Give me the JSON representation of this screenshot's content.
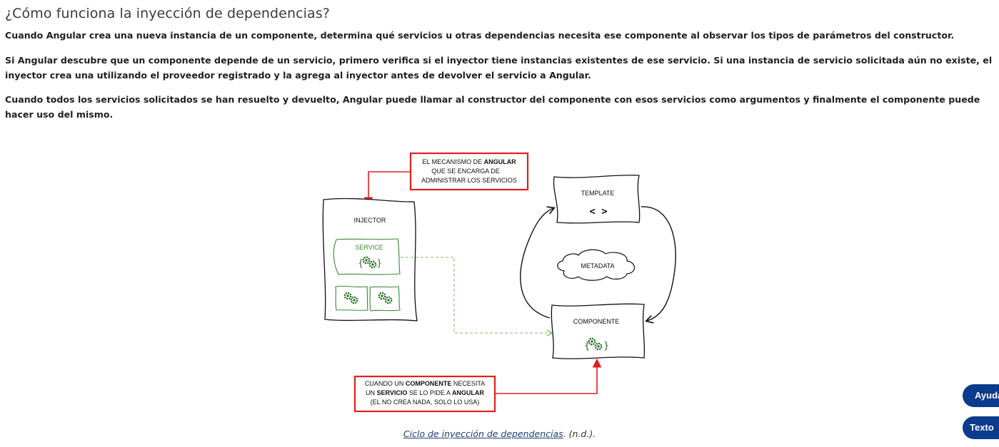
{
  "section": {
    "title": "¿Cómo funciona la inyección de dependencias?",
    "paragraphs": [
      "Cuando Angular crea una nueva instancia de un componente, determina qué servicios u otras dependencias necesita ese componente al observar los tipos de parámetros del constructor.",
      "Si Angular descubre que un componente depende de un servicio, primero verifica si el inyector tiene instancias existentes de ese servicio. Si una instancia de servicio solicitada aún no existe, el inyector crea una utilizando el proveedor registrado y la agrega al inyector antes de devolver el servicio a Angular.",
      "Cuando todos los servicios solicitados se han resuelto y devuelto, Angular puede llamar al constructor del componente con esos servicios como argumentos y finalmente el componente puede hacer uso del mismo."
    ]
  },
  "diagram": {
    "callout_top": {
      "line1_prefix": "EL MECANISMO DE ",
      "line1_bold": "ANGULAR",
      "line2": "QUE SE ENCARGA DE",
      "line3": "ADMINISTRAR LOS SERVICIOS"
    },
    "injector_label": "INJECTOR",
    "service_label": "SERVICE",
    "template_label": "TEMPLATE",
    "template_symbol": "< >",
    "metadata_label": "METADATA",
    "component_label": "COMPONENTE",
    "callout_bottom": {
      "l1_a": "CUANDO UN ",
      "l1_b": "COMPONENTE",
      "l1_c": " NECESITA",
      "l2_a": "UN ",
      "l2_b": "SERVICIO",
      "l2_c": " SE LO PIDE A ",
      "l2_d": "ANGULAR",
      "l3": "(EL NO CREA NADA, SOLO LO USA)"
    },
    "colors": {
      "callout_red": "#e02020",
      "service_green": "#3a8a32",
      "ink": "#111111"
    }
  },
  "caption": {
    "link_text": "Ciclo de inyección de dependencias",
    "suffix": ". (n.d.)."
  },
  "side_buttons": {
    "help": "Ayuda",
    "text": "Texto"
  }
}
